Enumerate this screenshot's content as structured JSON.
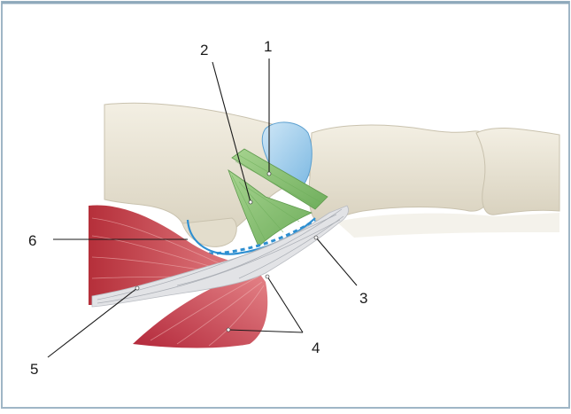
{
  "labels": {
    "l1": "1",
    "l2": "2",
    "l3": "3",
    "l4": "4",
    "l5": "5",
    "l6": "6"
  },
  "colors": {
    "frame_border": "#9fb6c6",
    "bone_fill": "#ebe6d8",
    "bone_stroke": "#c9c2ae",
    "muscle_red": "#c63a44",
    "ligament_green": "#8cc27a",
    "cartilage_blue": "#8fc4e6",
    "tendon_gray": "#e2e3e6",
    "outline_blue": "#2e8fd1"
  }
}
